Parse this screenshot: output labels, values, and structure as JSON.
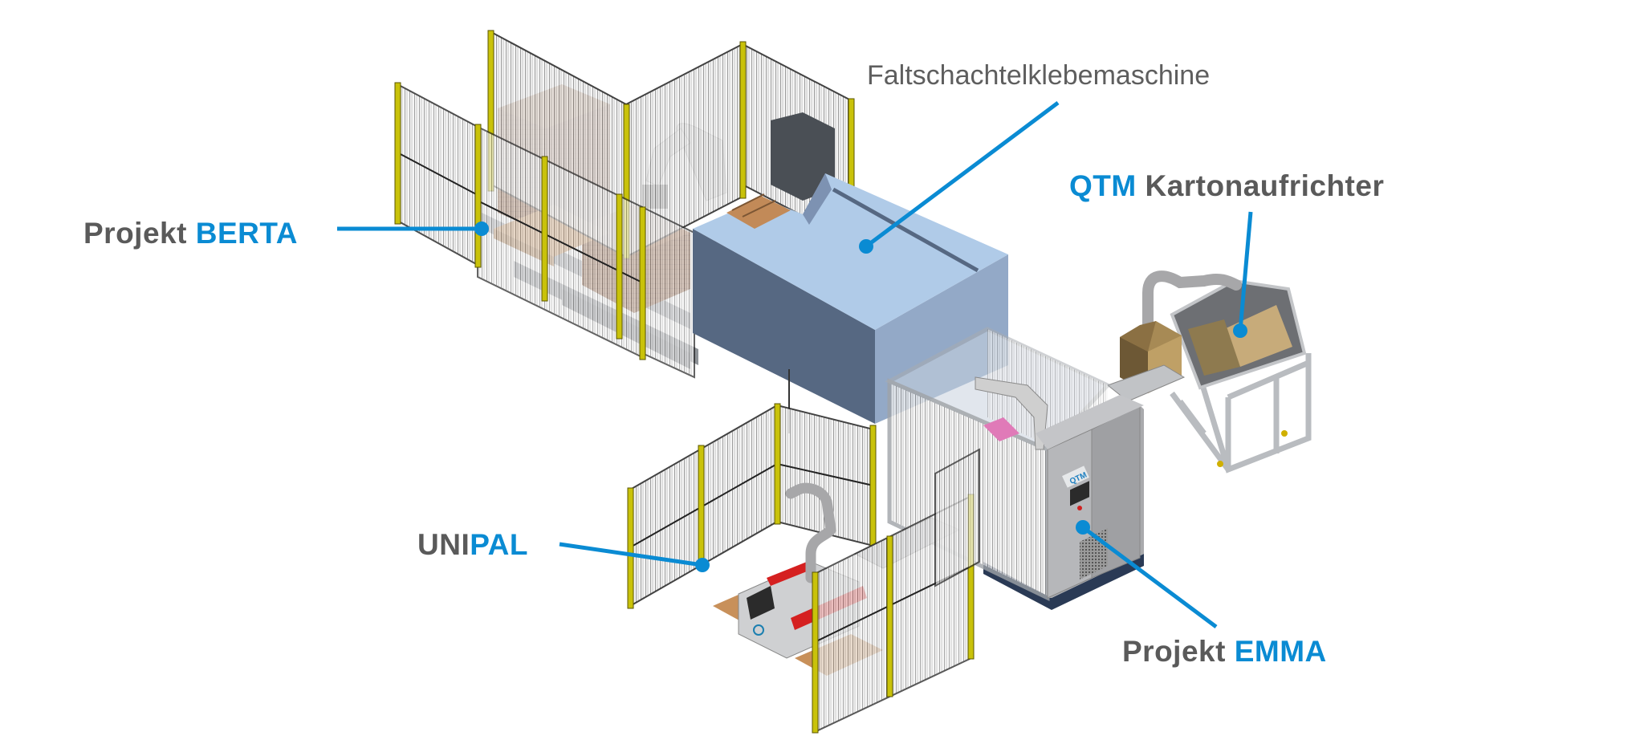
{
  "diagram": {
    "title": "Line layout overview",
    "colors": {
      "accent": "#0a8bd3",
      "label_text": "#5a5a5a",
      "fence_post": "#c9c20a",
      "fence_mesh": "#222222",
      "machine_top": "#b0cbe8",
      "machine_left": "#566882",
      "machine_right": "#93a9c7",
      "cardboard": "#8e5a3a",
      "pallet_wood": "#c8905a",
      "cabinet": "#a9aaad",
      "cabinet_base": "#2a3a55",
      "robot": "#c8c8c8",
      "frame": "#b9bcc0",
      "red_conveyor": "#d52020"
    },
    "labels": {
      "berta": {
        "prefix": "Projekt ",
        "name": "BERTA"
      },
      "faltschachtel": {
        "text": "Faltschachtelklebemaschine"
      },
      "qtm": {
        "brand": "QTM",
        "name": " Kartonaufrichter"
      },
      "unipal": {
        "part1": "UNI",
        "part2": "PAL"
      },
      "emma": {
        "prefix": "Projekt ",
        "name": "EMMA"
      }
    },
    "components": [
      {
        "id": "berta-cell",
        "description": "Fenced palletizing cell with robot and stacked cardboard pallets"
      },
      {
        "id": "folder-gluer",
        "description": "Folder gluer machine (blue block)"
      },
      {
        "id": "qtm-erector",
        "description": "Cobot case erector with tilted frame and open box"
      },
      {
        "id": "emma-cell",
        "description": "Enclosed robot cell with QTM control cabinet"
      },
      {
        "id": "unipal-cell",
        "description": "Fenced cobot palletizer with red conveyors and two pallets"
      }
    ],
    "cabinet_logo": "QTM"
  }
}
